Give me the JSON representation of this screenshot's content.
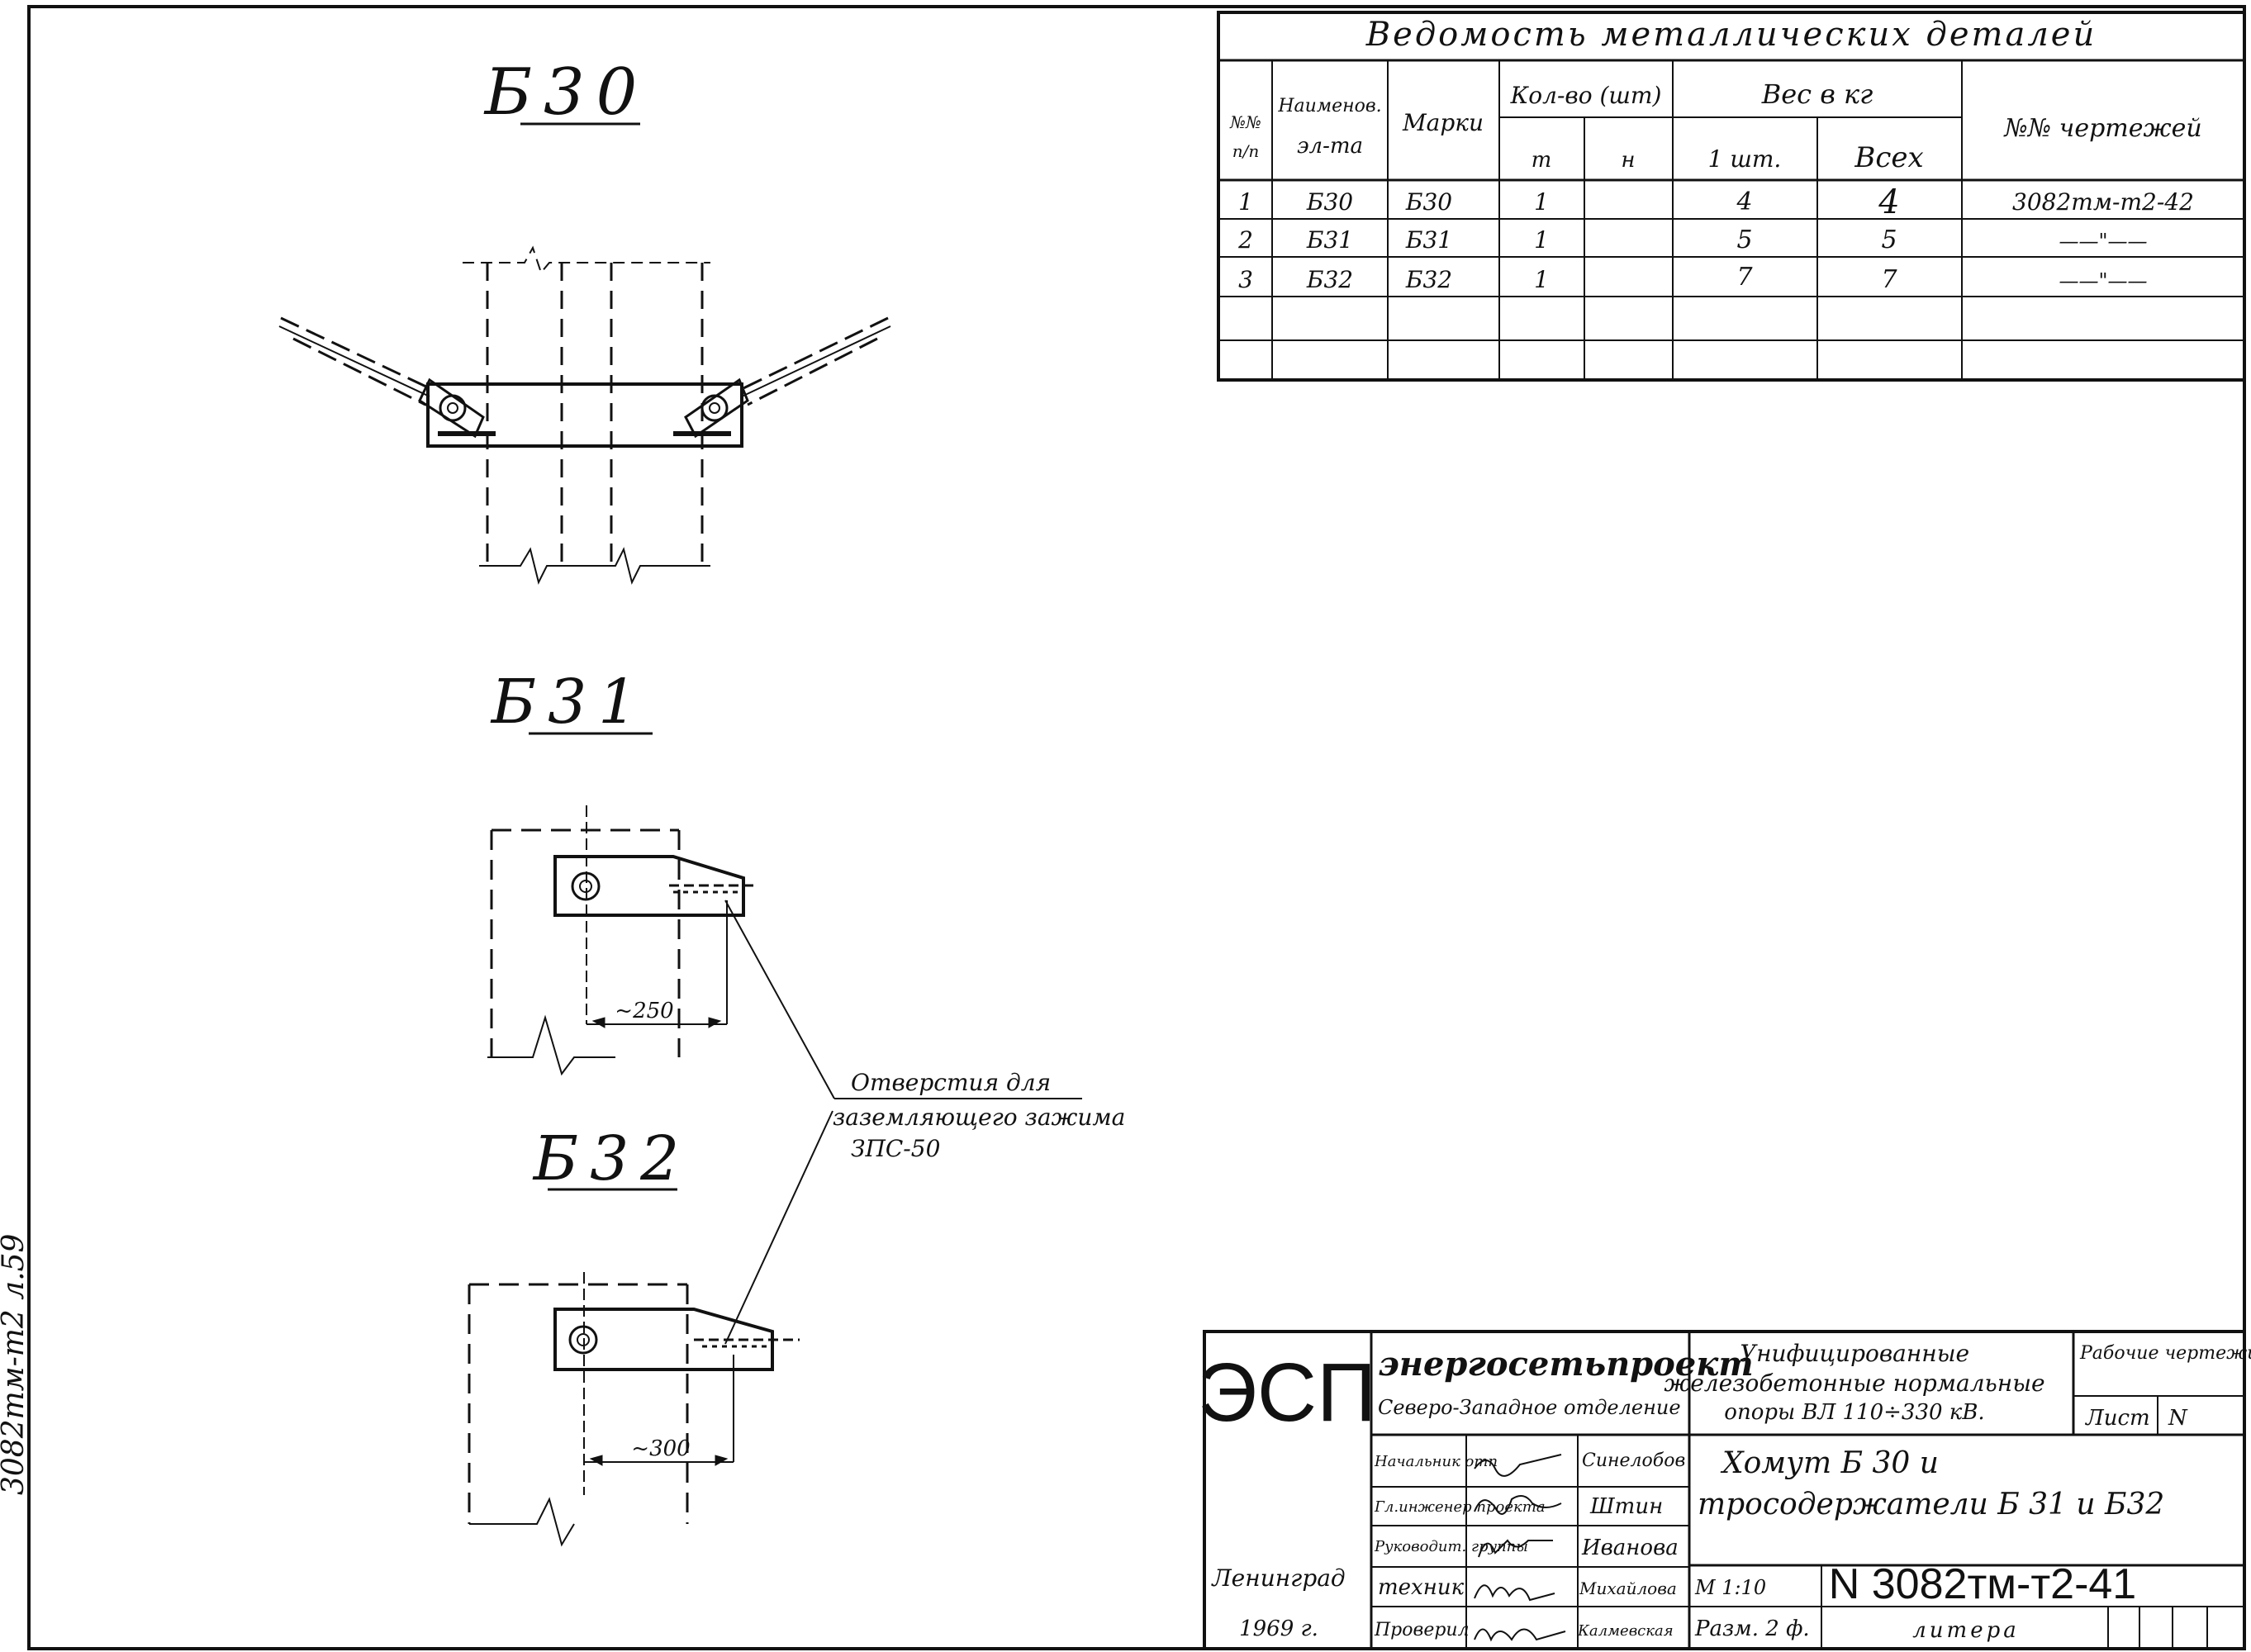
{
  "drawing": {
    "labels": {
      "b30": "Б30",
      "b31": "Б31",
      "b32": "Б32"
    },
    "dim_b31": "~250",
    "dim_b32": "~300",
    "callout_lines": [
      "Отверстия  для",
      "заземляющего  зажима",
      "ЗПС-50"
    ],
    "margin_note": "3082тм-т2 л.59"
  },
  "schedule": {
    "title": "Ведомость  металлических  деталей",
    "headers": {
      "num": [
        "№№",
        "п/п"
      ],
      "name": [
        "Наименов.",
        "эл-та"
      ],
      "mark": "Марки",
      "qty": "Кол-во (шт)",
      "qty_t": "т",
      "qty_n": "н",
      "weight": "Вес в кг",
      "w_one": "1 шт.",
      "w_all": "Всех",
      "drawings": "№№ чертежей"
    },
    "rows": [
      {
        "num": "1",
        "name": "Б30",
        "mark": "Б30",
        "qty_t": "1",
        "qty_n": "",
        "w_one": "4",
        "w_all": "4",
        "drawing": "3082тм-т2-42"
      },
      {
        "num": "2",
        "name": "Б31",
        "mark": "Б31",
        "qty_t": "1",
        "qty_n": "",
        "w_one": "5",
        "w_all": "5",
        "drawing": "——\"——"
      },
      {
        "num": "3",
        "name": "Б32",
        "mark": "Б32",
        "qty_t": "1",
        "qty_n": "",
        "w_one": "7",
        "w_all": "7",
        "drawing": "——\"——"
      }
    ]
  },
  "title_block": {
    "logo": "ЭСП",
    "org": "энергосетьпроект",
    "org_sub": "Северо-Западное отделение",
    "project": [
      "Унифицированные",
      "железобетонные нормальные",
      "опоры ВЛ 110÷330 кВ."
    ],
    "stage": "Рабочие чертежи",
    "sheet_label": "Лист",
    "sheet_value": "N",
    "roles": [
      {
        "role": "Начальник отп",
        "name": "Синелобов"
      },
      {
        "role": "Гл.инженер проекта",
        "name": "Штин"
      },
      {
        "role": "Руководит. группы",
        "name": "Иванова"
      },
      {
        "role": "техник",
        "name": "Михайлова"
      },
      {
        "role": "Проверил",
        "name": "Калмевская"
      }
    ],
    "description": [
      "Хомут   Б 30     и",
      "тросодержатели    Б 31   и Б32"
    ],
    "scale": "М 1:10",
    "size": "Разм. 2 ф.",
    "doc_number": "N 3082тм-т2-41",
    "litera": "литера",
    "city": "Ленинград",
    "year": "1969 г."
  }
}
